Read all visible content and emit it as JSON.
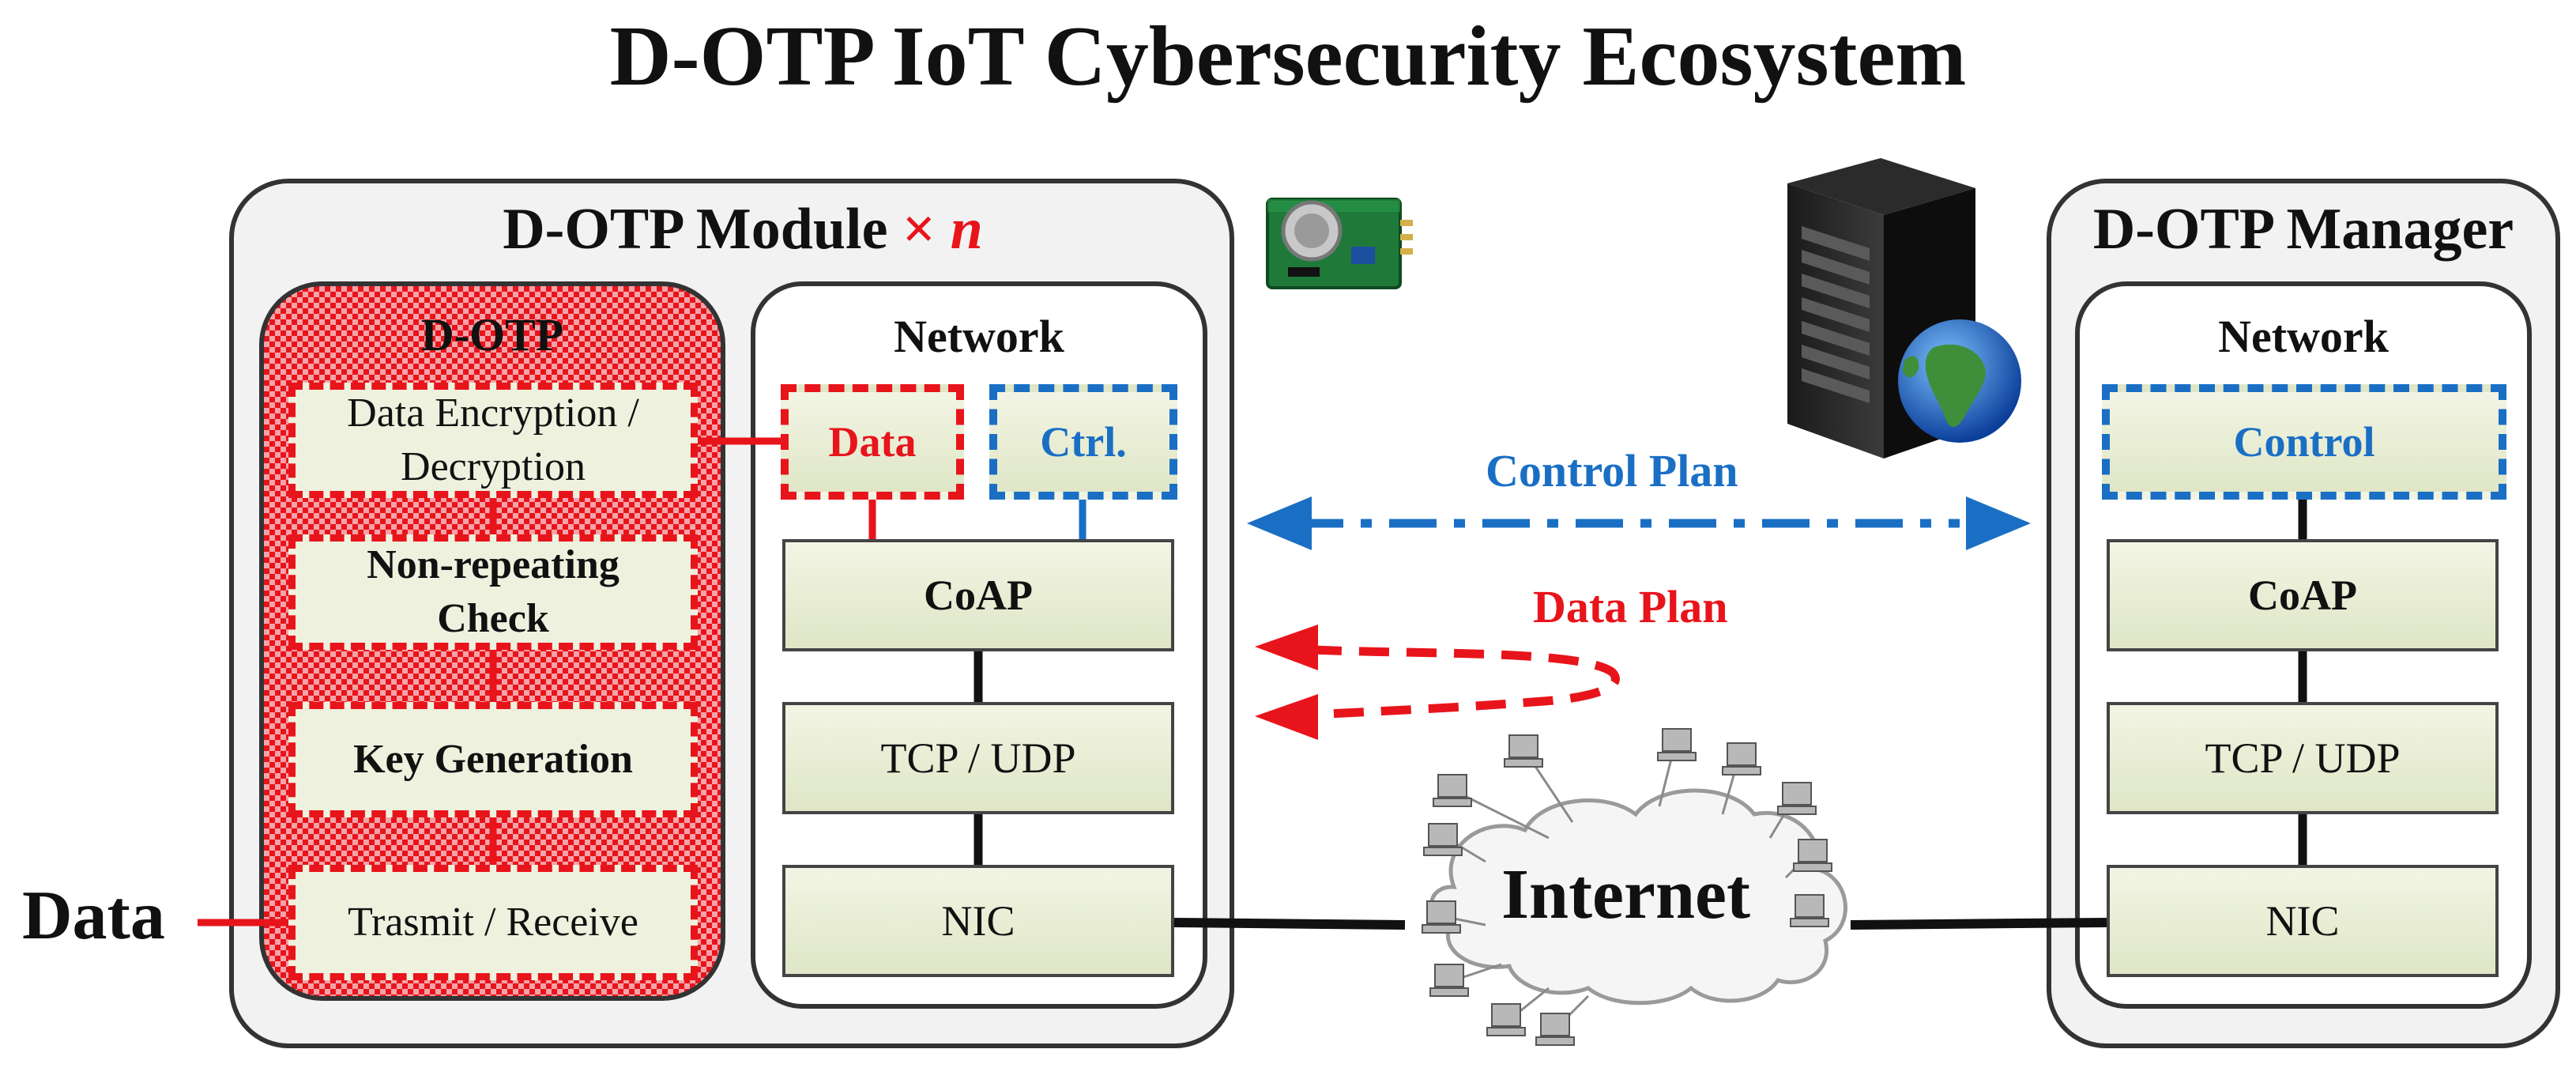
{
  "title": "D-OTP IoT Cybersecurity Ecosystem",
  "module": {
    "title": "D-OTP Module",
    "multiplier_symbol": "×",
    "multiplier_var": "n",
    "dotp": {
      "title": "D-OTP",
      "steps": [
        {
          "line1": "Data Encryption /",
          "line2": "Decryption"
        },
        {
          "line1": "Non-repeating",
          "line2": "Check"
        },
        {
          "line1": "Key Generation",
          "line2": ""
        },
        {
          "line1": "Trasmit / Receive",
          "line2": ""
        }
      ]
    },
    "network": {
      "title": "Network",
      "data_label": "Data",
      "ctrl_label": "Ctrl.",
      "layers": [
        "CoAP",
        "TCP / UDP",
        "NIC"
      ]
    }
  },
  "manager": {
    "title": "D-OTP Manager",
    "network": {
      "title": "Network",
      "control_label": "Control",
      "layers": [
        "CoAP",
        "TCP / UDP",
        "NIC"
      ]
    }
  },
  "control_plan_label": "Control Plan",
  "data_plan_label": "Data Plan",
  "data_input_label": "Data",
  "internet_label": "Internet",
  "icons": [
    "sensor-module-icon",
    "server-globe-icon",
    "computer-icon",
    "cloud-icon"
  ],
  "colors": {
    "red": "#e8141b",
    "blue": "#1a6fc4",
    "layer_fill": "#dfe6c6"
  }
}
